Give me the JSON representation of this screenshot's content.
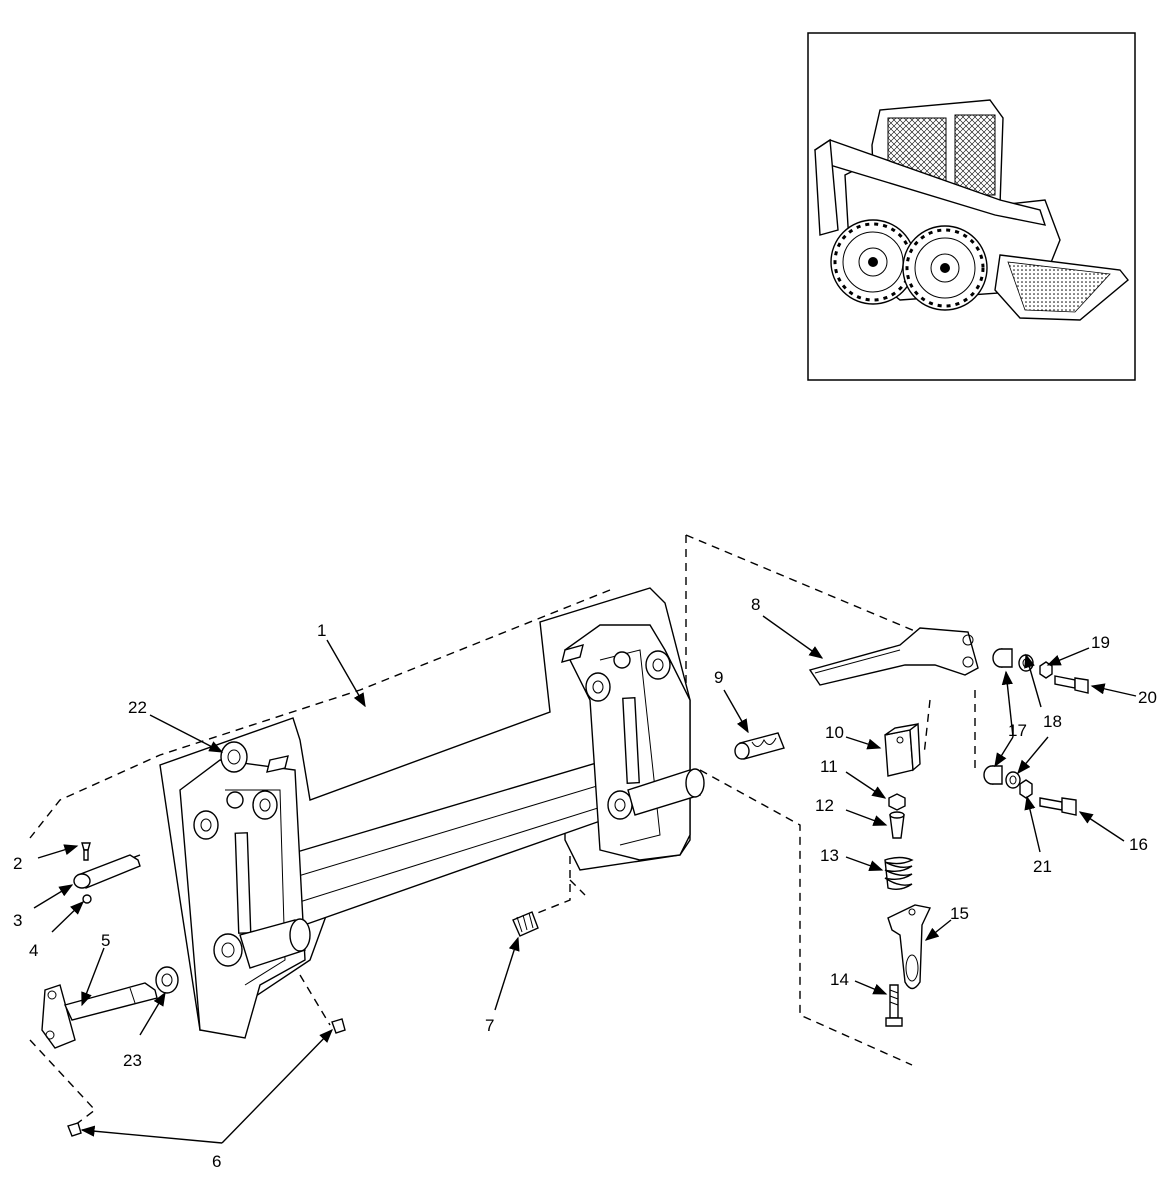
{
  "callouts": [
    "1",
    "2",
    "3",
    "4",
    "5",
    "6",
    "7",
    "8",
    "9",
    "10",
    "11",
    "12",
    "13",
    "14",
    "15",
    "16",
    "17",
    "18",
    "19",
    "20",
    "21",
    "22",
    "23",
    "17",
    "18"
  ],
  "inset": {
    "icon": "skid-steer-loader-icon"
  }
}
